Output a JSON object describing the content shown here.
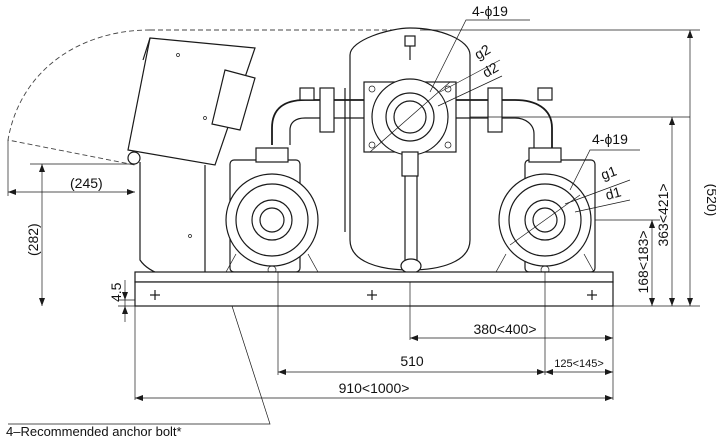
{
  "dimensions": {
    "top_holes": "4-ϕ19",
    "top_g2": "g2",
    "top_d2": "d2",
    "right_holes": "4-ϕ19",
    "right_g1": "g1",
    "right_d1": "d1",
    "width_245": "(245)",
    "height_282": "(282)",
    "base_4_5": "4.5",
    "height_520": "(520)",
    "height_363_421": "363<421>",
    "height_168_183": "168<183>",
    "span_380_400": "380<400>",
    "span_510": "510",
    "span_125_145": "125<145>",
    "span_910_1000": "910<1000>"
  },
  "notes": {
    "anchor_bolt": "4–Recommended anchor bolt*"
  }
}
